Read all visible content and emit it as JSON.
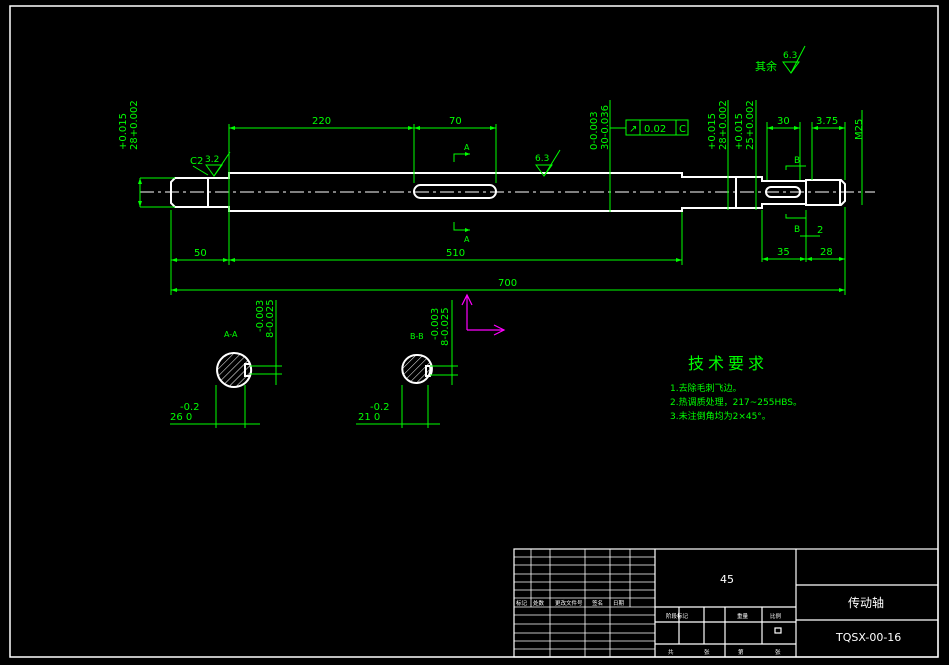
{
  "drawing": {
    "dims_top": {
      "d220": "220",
      "d70": "70",
      "d30": "30",
      "d375": "3.75",
      "thread": "M25"
    },
    "dims_bottom": {
      "d50": "50",
      "d510": "510",
      "d700": "700",
      "d35": "35",
      "d28": "28",
      "d2": "2"
    },
    "tolerances": {
      "left_a": "+0.015",
      "left_b": "28+0.002",
      "mid_a": "0-0.003",
      "mid_b": "30-0.036",
      "r1_a": "+0.015",
      "r1_b": "28+0.002",
      "r2_a": "+0.015",
      "r2_b": "25+0.002"
    },
    "chamfer_left": "C2",
    "roughness_left": "3.2",
    "roughness_mid": "6.3",
    "roughness_rest_label": "其余",
    "roughness_rest_value": "6.3",
    "geom_tol": {
      "symbol": "↗",
      "value": "0.02",
      "datum": "C"
    },
    "section_marks": {
      "a_top": "A",
      "a_bottom": "A",
      "b_top": "B",
      "b_bottom": "B"
    },
    "section_a": {
      "label": "A-A",
      "tol_a": "-0.003",
      "tol_b": "8-0.025",
      "dia_top": "-0.2",
      "dia": "26 0"
    },
    "section_b": {
      "label": "B-B",
      "tol_a": "-0.003",
      "tol_b": "8-0.025",
      "dia_top": "-0.2",
      "dia": "21 0"
    }
  },
  "tech_req": {
    "title": "技术要求",
    "items": [
      "1.去除毛刺飞边。",
      "2.热调质处理，217~255HBS。",
      "3.未注倒角均为2×45°。"
    ]
  },
  "title_block": {
    "material": "45",
    "part_name": "传动轴",
    "drawing_no": "TQSX-00-16",
    "row_labels": [
      "标记",
      "处数",
      "更改文件号",
      "签名",
      "日期"
    ],
    "stage_labels": [
      "阶段标记",
      "重量",
      "比例"
    ],
    "footer_labels": [
      "共",
      "张",
      "第",
      "张"
    ]
  },
  "colors": {
    "line": "#ffffff",
    "dim": "#00ff00",
    "axis": "#ff00ff",
    "bg": "#000000"
  }
}
